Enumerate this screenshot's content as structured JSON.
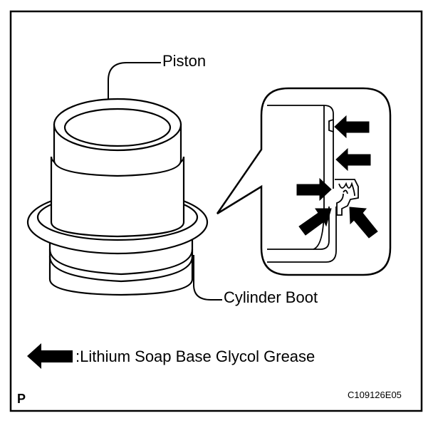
{
  "labels": {
    "piston": "Piston",
    "cylinder_boot": "Cylinder Boot"
  },
  "legend": {
    "text": ":Lithium Soap Base Glycol Grease",
    "icon": "black-arrow-left"
  },
  "corner_letter": "P",
  "figure_code": "C109126E05",
  "colors": {
    "line": "#000000",
    "background": "#ffffff"
  }
}
